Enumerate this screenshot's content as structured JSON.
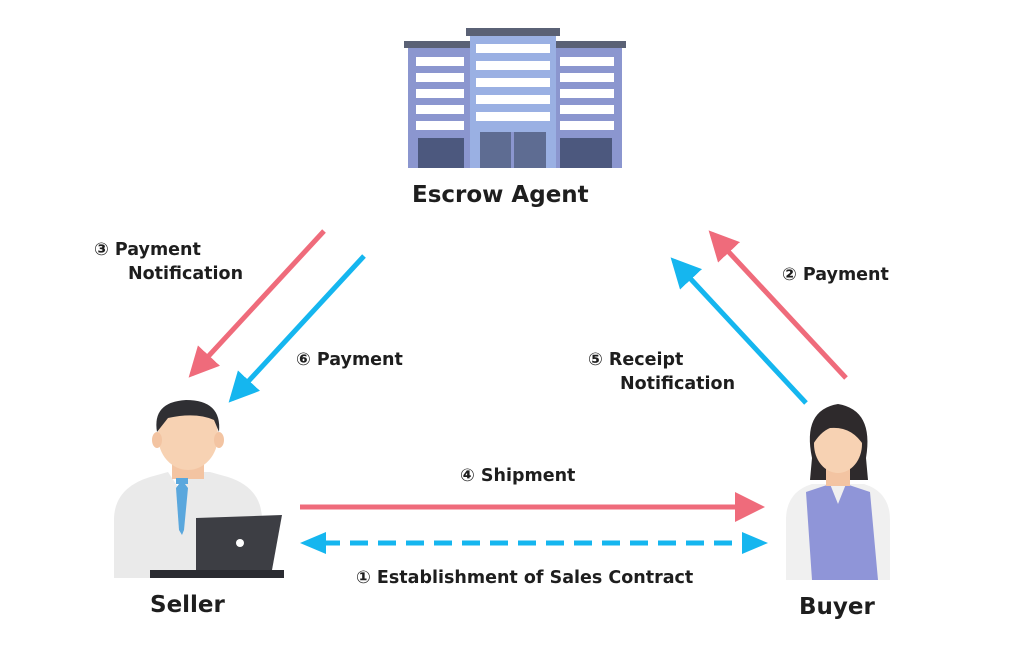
{
  "nodes": {
    "escrow_agent": "Escrow Agent",
    "seller": "Seller",
    "buyer": "Buyer"
  },
  "flows": {
    "step1": "① Establishment of Sales Contract",
    "step2": "② Payment",
    "step3_line1": "③ Payment",
    "step3_line2": "Notification",
    "step4": "④ Shipment",
    "step5_line1": "⑤ Receipt",
    "step5_line2": "Notification",
    "step6": "⑥ Payment"
  },
  "colors": {
    "red_arrow": "#ef6b7b",
    "blue_arrow": "#15b6ef",
    "building": "#8b96cf",
    "buyer_vest": "#8f95d8"
  }
}
